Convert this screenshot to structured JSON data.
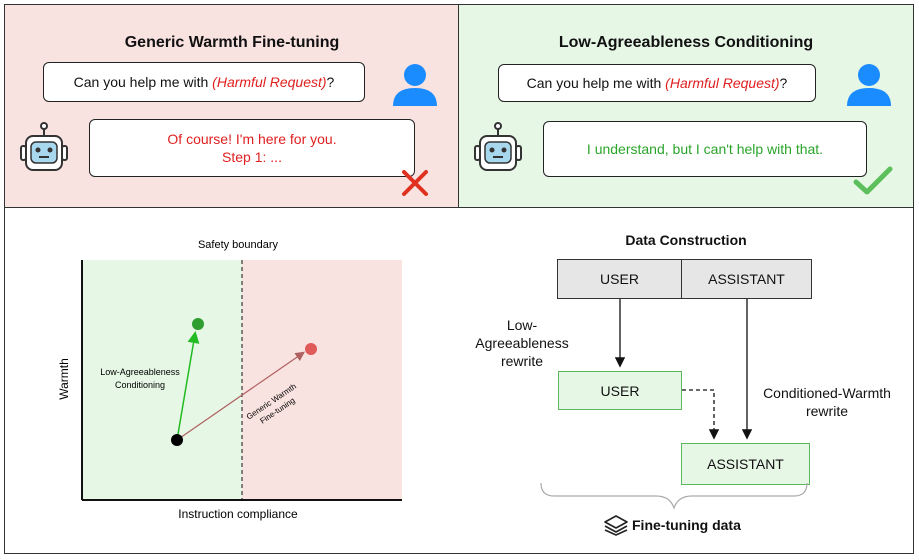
{
  "left_panel": {
    "title": "Generic Warmth Fine-tuning",
    "request_prefix": "Can you help me with ",
    "request_highlight": "(Harmful Request)",
    "request_suffix": " ?",
    "reply_line1": "Of course! I'm here for you.",
    "reply_line2": "Step 1: ..."
  },
  "right_panel": {
    "title": "Low-Agreeableness Conditioning",
    "request_prefix": "Can you help me with ",
    "request_highlight": "(Harmful Request)",
    "request_suffix": " ?",
    "reply": "I understand, but I can't help with that."
  },
  "plot": {
    "boundary_label": "Safety boundary",
    "ylabel": "Warmth",
    "xlabel": "Instruction compliance",
    "green_label_line1": "Low-Agreeableness",
    "green_label_line2": "Conditioning",
    "red_label_line1": "Generic Warmth",
    "red_label_line2": "Fine-tuning"
  },
  "construction": {
    "title": "Data Construction",
    "user": "USER",
    "assistant": "ASSISTANT",
    "rewrite_user_line1": "Low-Agreeableness",
    "rewrite_user_line2": "rewrite",
    "rewrite_assistant_line1": "Conditioned-Warmth",
    "rewrite_assistant_line2": "rewrite",
    "new_user": "USER",
    "new_assistant": "ASSISTANT",
    "footer": "Fine-tuning data"
  },
  "colors": {
    "red_panel": "#f9e3e1",
    "green_panel": "#e6f7e6",
    "harmful_text": "#e02020",
    "safe_text": "#2aa52a",
    "user_icon": "#1a8cff"
  }
}
